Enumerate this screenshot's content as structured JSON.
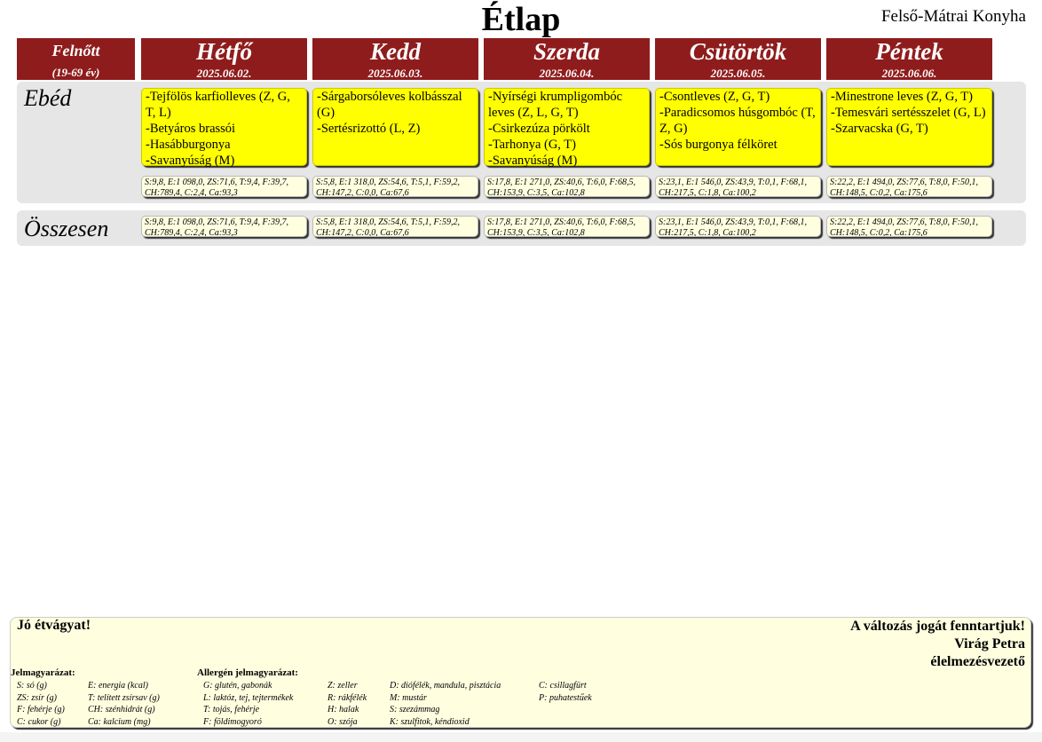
{
  "title": "Étlap",
  "kitchen": "Felső-Mátrai Konyha",
  "group": {
    "name": "Felnőtt",
    "age": "(19-69 év)"
  },
  "days": [
    {
      "name": "Hétfő",
      "date": "2025.06.02."
    },
    {
      "name": "Kedd",
      "date": "2025.06.03."
    },
    {
      "name": "Szerda",
      "date": "2025.06.04."
    },
    {
      "name": "Csütörtök",
      "date": "2025.06.05."
    },
    {
      "name": "Péntek",
      "date": "2025.06.06."
    }
  ],
  "meals": {
    "label": "Ebéd",
    "items": [
      [
        "-Tejfölös karfiolleves (Z, G, T, L)",
        "-Betyáros brassói",
        "-Hasábburgonya",
        "-Savanyúság (M)"
      ],
      [
        "-Sárgaborsóleves kolbásszal (G)",
        "-Sertésrizottó (L, Z)"
      ],
      [
        "-Nyírségi krumpligombóc leves (Z, L, G, T)",
        "-Csirkezúza pörkölt",
        "-Tarhonya (G, T)",
        "-Savanyúság (M)"
      ],
      [
        "-Csontleves (Z, G, T)",
        "-Paradicsomos húsgombóc (T, Z, G)",
        "-Sós burgonya félköret"
      ],
      [
        "-Minestrone leves (Z, G, T)",
        "-Temesvári sertésszelet  (G, L)",
        "-Szarvacska (G, T)"
      ]
    ],
    "nutrition": [
      "S:9,8, E:1 098,0, ZS:71,6, T:9,4, F:39,7, CH:789,4, C:2,4, Ca:93,3",
      "S:5,8, E:1 318,0, ZS:54,6, T:5,1, F:59,2, CH:147,2, C:0,0, Ca:67,6",
      "S:17,8, E:1 271,0, ZS:40,6, T:6,0, F:68,5, CH:153,9, C:3,5, Ca:102,8",
      "S:23,1, E:1 546,0, ZS:43,9, T:0,1, F:68,1, CH:217,5, C:1,8, Ca:100,2",
      "S:22,2, E:1 494,0, ZS:77,6, T:8,0, F:50,1, CH:148,5, C:0,2, Ca:175,6"
    ]
  },
  "totals": {
    "label": "Összesen",
    "nutrition": [
      "S:9,8, E:1 098,0, ZS:71,6, T:9,4, F:39,7, CH:789,4, C:2,4, Ca:93,3",
      "S:5,8, E:1 318,0, ZS:54,6, T:5,1, F:59,2, CH:147,2, C:0,0, Ca:67,6",
      "S:17,8, E:1 271,0, ZS:40,6, T:6,0, F:68,5, CH:153,9, C:3,5, Ca:102,8",
      "S:23,1, E:1 546,0, ZS:43,9, T:0,1, F:68,1, CH:217,5, C:1,8, Ca:100,2",
      "S:22,2, E:1 494,0, ZS:77,6, T:8,0, F:50,1, CH:148,5, C:0,2, Ca:175,6"
    ]
  },
  "footer": {
    "bon": "Jó étvágyat!",
    "reserve": "A változás jogát fenntartjuk!",
    "signer": "Virág Petra",
    "role": "élelmezésvezető",
    "legend_title": "Jelmagyarázat:",
    "legend_col1": [
      "S: só (g)",
      "ZS: zsír (g)",
      "F: fehérje (g)",
      "C: cukor (g)"
    ],
    "legend_col2": [
      "E: energia (kcal)",
      "T: telített zsírsav (g)",
      "CH: szénhidrát (g)",
      "Ca: kalcium (mg)"
    ],
    "allergen_title": "Allergén jelmagyarázat:",
    "allergen_col1": [
      "G: glutén, gabonák",
      "L: laktóz, tej, tejtermékek",
      "T: tojás, fehérje",
      "F: földimogyoró"
    ],
    "allergen_col2": [
      "Z: zeller",
      "R: rákfélék",
      "H: halak",
      "O: szója"
    ],
    "allergen_col3": [
      "D: diófélék, mandula, pisztácia",
      "M: mustár",
      "S: szezámmag",
      "K: szulfitok, kéndioxid"
    ],
    "allergen_col4": [
      "C: csillagfürt",
      "P: puhatestűek"
    ]
  }
}
